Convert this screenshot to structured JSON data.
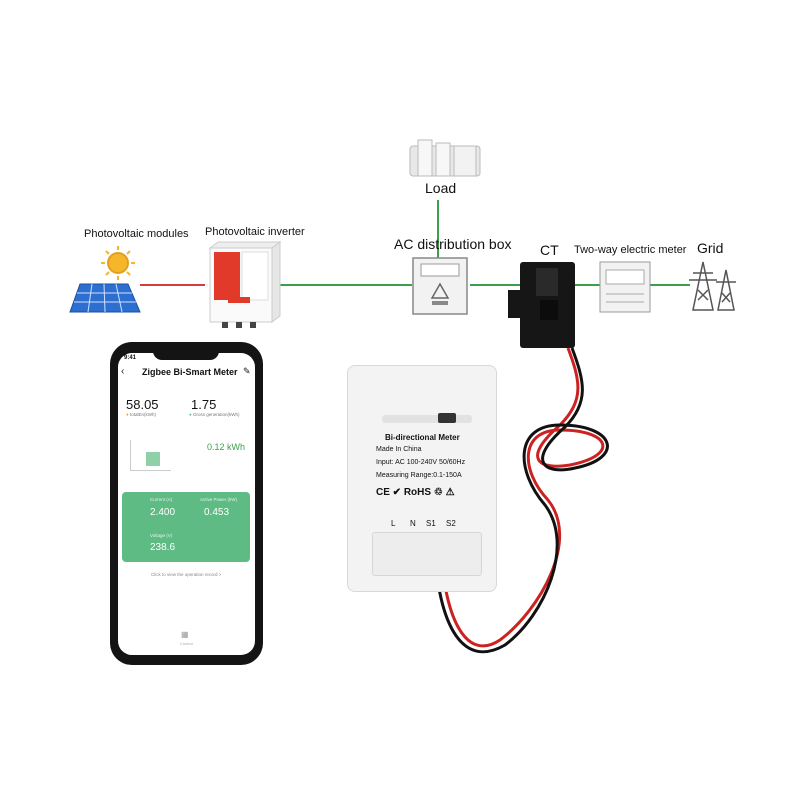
{
  "diagram": {
    "labels": {
      "load": "Load",
      "pv_modules": "Photovoltaic modules",
      "pv_inverter": "Photovoltaic inverter",
      "ac_box": "AC distribution box",
      "ct": "CT",
      "two_way_meter": "Two-way electric meter",
      "grid": "Grid"
    },
    "line_colors": {
      "dc": "#d93a3a",
      "ac": "#3aa04a"
    }
  },
  "phone": {
    "status_time": "9:41",
    "title": "Zigbee Bi-Smart Meter",
    "back_icon": "chevron-left-icon",
    "edit_icon": "pencil-icon",
    "total": {
      "value": "58.05",
      "label": "totalEn(kWh)"
    },
    "gross": {
      "value": "1.75",
      "label": "Gross generation(kWh)"
    },
    "today": {
      "value": "0.12 kWh"
    },
    "card": {
      "current_label": "Current (A)",
      "current_value": "2.400",
      "power_label": "Active Power (kW)",
      "power_value": "0.453",
      "voltage_label": "Voltage (V)",
      "voltage_value": "238.6"
    },
    "link_text": "Click to view the operation record >",
    "footer_label": "Control"
  },
  "meter": {
    "title": "Bi-directional Meter",
    "made": "Made In China",
    "input": "Input: AC 100-240V 50/60Hz",
    "range": "Measuring Range:0.1-150A",
    "marks": "CE ✔ RoHS ♲ ⚠",
    "terminals": [
      "L",
      "N",
      "S1",
      "S2"
    ]
  }
}
